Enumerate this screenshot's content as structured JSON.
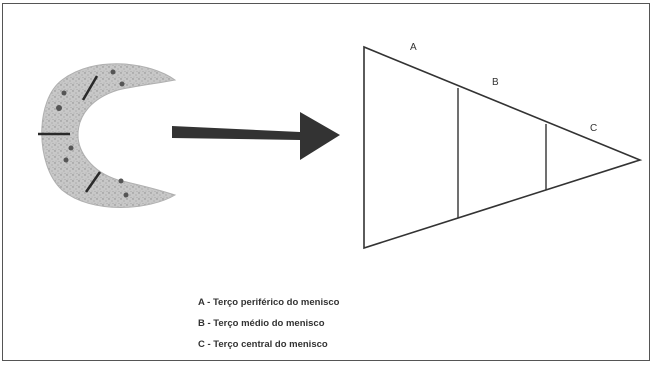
{
  "segments": {
    "a": "A",
    "b": "B",
    "c": "C"
  },
  "legend": [
    "A - Terço periférico do menisco",
    "B - Terço médio do menisco",
    "C - Terço central do menisco"
  ]
}
